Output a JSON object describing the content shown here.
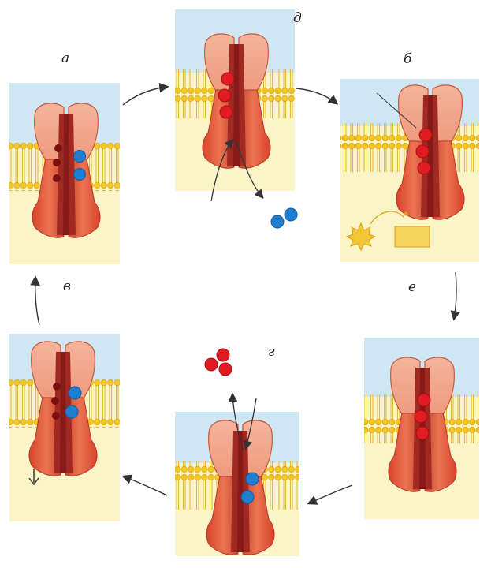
{
  "labels": {
    "a": "а",
    "d": "д",
    "b": "б",
    "v": "в",
    "e": "е",
    "g": "г"
  },
  "colors": {
    "extracellular": "#cfe7f2",
    "cytoplasm": "#fbf4c6",
    "lipid_head": "#f4c526",
    "lipid_tail": "#e7bf3a",
    "protein_outer": "#e9967b",
    "protein_inner": "#c2402b",
    "channel": "#9c1f1b",
    "ion_blue": "#1e7fd0",
    "ion_red": "#e01b22",
    "arrow": "#333333"
  }
}
